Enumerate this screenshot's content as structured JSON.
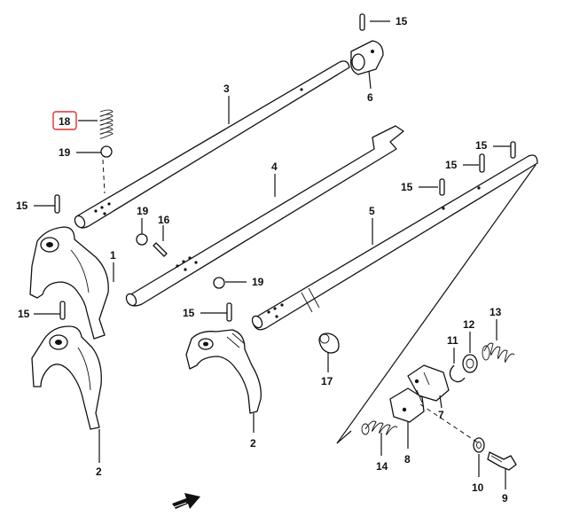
{
  "diagram": {
    "callouts": {
      "c1": "1",
      "c2a": "2",
      "c2b": "2",
      "c3": "3",
      "c4": "4",
      "c5": "5",
      "c6": "6",
      "c7": "7",
      "c8": "8",
      "c9": "9",
      "c10": "10",
      "c11": "11",
      "c12": "12",
      "c13": "13",
      "c14": "14",
      "c15a": "15",
      "c15b": "15",
      "c15c": "15",
      "c15d": "15",
      "c15e": "15",
      "c15f": "15",
      "c15g": "15",
      "c16": "16",
      "c17": "17",
      "c18": "18",
      "c19a": "19",
      "c19b": "19",
      "c19c": "19"
    },
    "highlight": {
      "callout": "18",
      "color": "#e03030"
    },
    "colors": {
      "ink": "#111111",
      "paper": "#ffffff"
    },
    "icons": {
      "front_arrow": "front-direction-arrow-icon"
    }
  }
}
